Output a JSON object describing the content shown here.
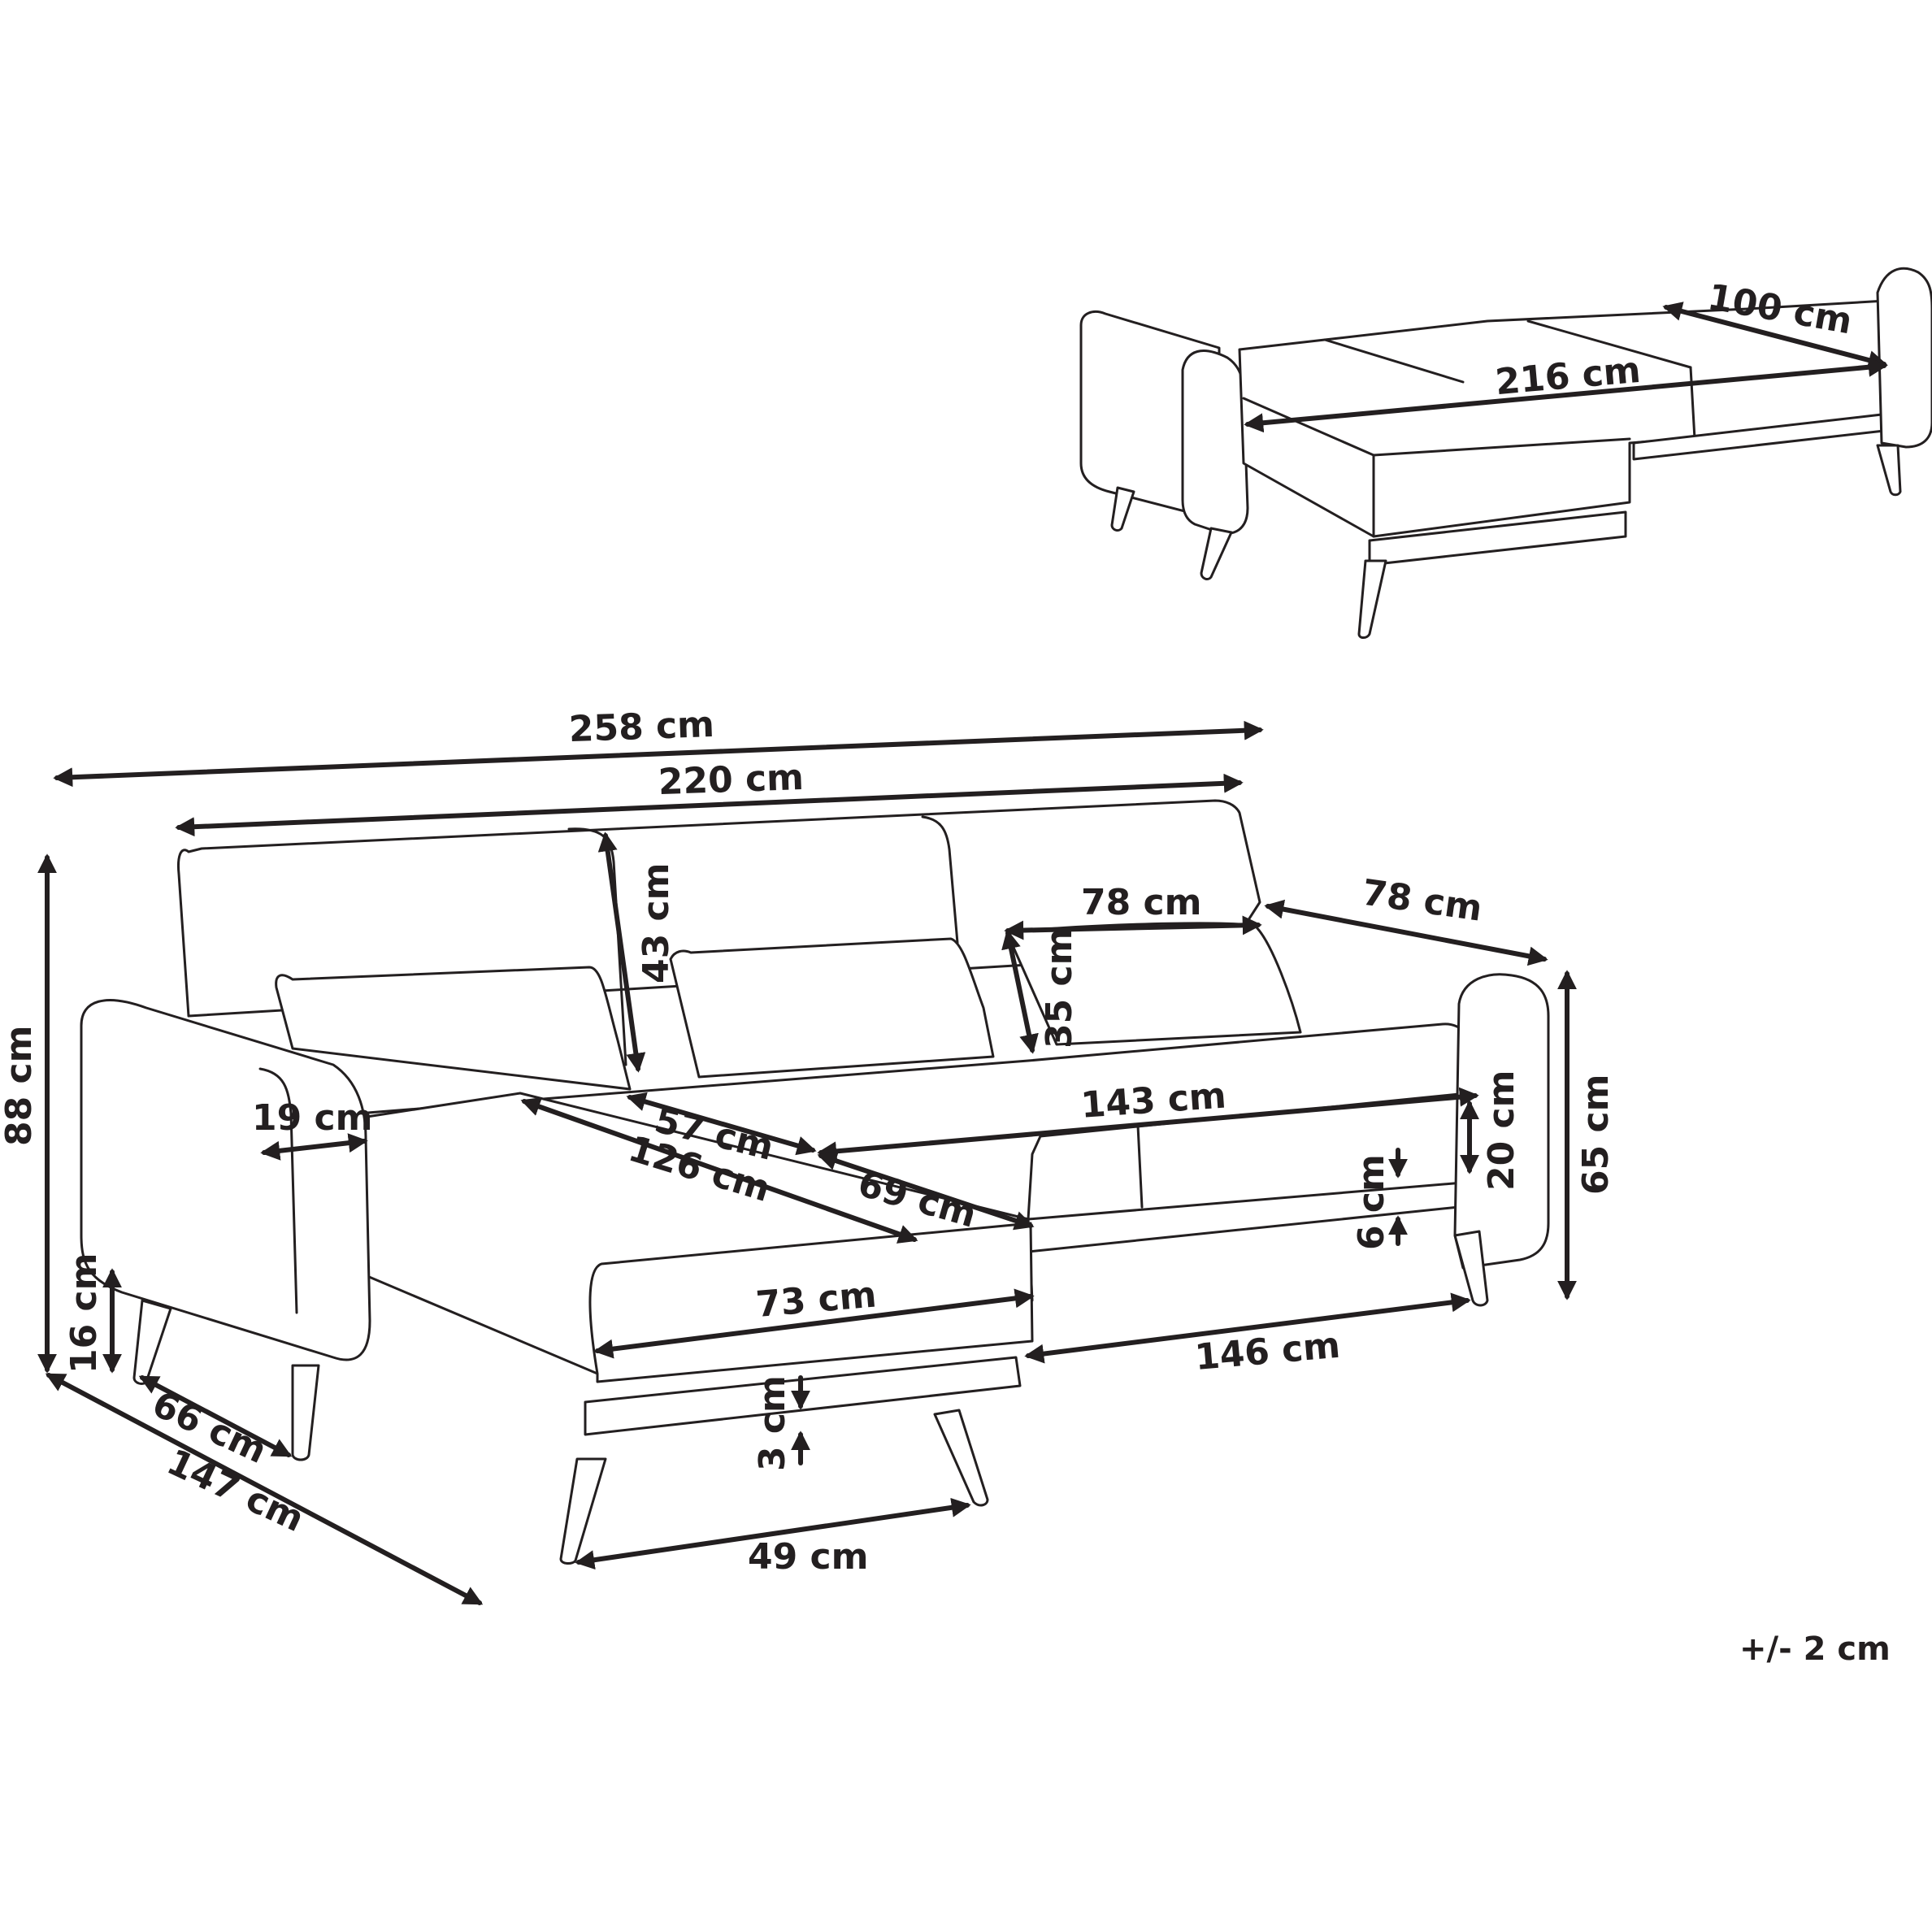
{
  "diagram": {
    "tolerance": "+/- 2 cm",
    "dimensions": {
      "d258": "258 cm",
      "d220": "220 cm",
      "d88": "88 cm",
      "d43": "43 cm",
      "d78a": "78 cm",
      "d78b": "78 cm",
      "d35": "35 cm",
      "d65": "65 cm",
      "d19": "19 cm",
      "d57": "57 cm",
      "d126": "126 cm",
      "d143": "143 cm",
      "d69": "69 cm",
      "d20": "20 cm",
      "d6": "6 cm",
      "d73": "73 cm",
      "d16": "16 cm",
      "d66": "66 cm",
      "d147": "147 cm",
      "d146": "146 cm",
      "d3": "3 cm",
      "d49": "49 cm",
      "d100": "100 cm",
      "d216": "216 cm"
    }
  }
}
